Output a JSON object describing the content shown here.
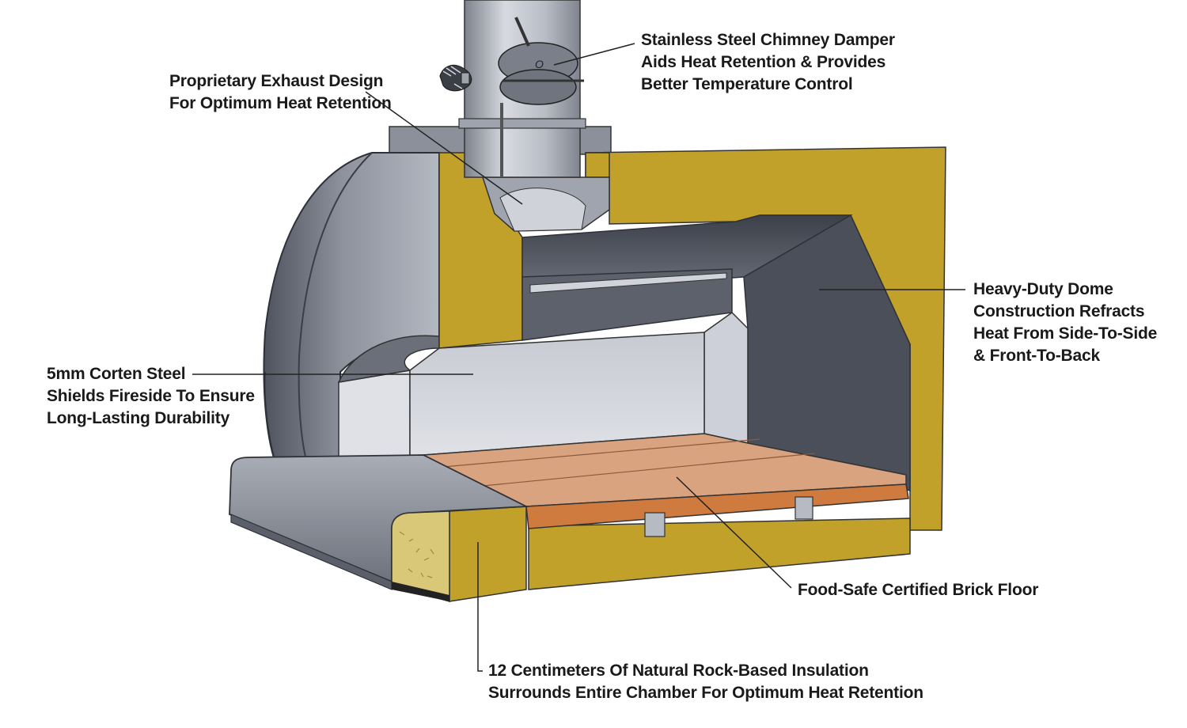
{
  "colors": {
    "insulation_yellow": "#c2a12b",
    "brick_light": "#d9a380",
    "brick_dark": "#cf7a3e",
    "rockwool": "#d8c878",
    "steel_dark": "#5a5f6b",
    "steel_mid": "#8f949f",
    "steel_light": "#c9ccd4",
    "leader_line": "#222222"
  },
  "callouts": {
    "damper": [
      "Stainless Steel Chimney Damper",
      "Aids Heat Retention & Provides",
      "Better Temperature Control"
    ],
    "exhaust": [
      "Proprietary Exhaust Design",
      "For Optimum Heat Retention"
    ],
    "dome": [
      "Heavy-Duty Dome",
      "Construction Refracts",
      "Heat From Side-To-Side",
      "& Front-To-Back"
    ],
    "corten": [
      "5mm Corten Steel",
      "Shields Fireside To Ensure",
      "Long-Lasting Durability"
    ],
    "floor": [
      "Food-Safe Certified Brick Floor"
    ],
    "insulation": [
      "12 Centimeters Of Natural Rock-Based Insulation",
      "Surrounds Entire Chamber For Optimum Heat Retention"
    ]
  }
}
